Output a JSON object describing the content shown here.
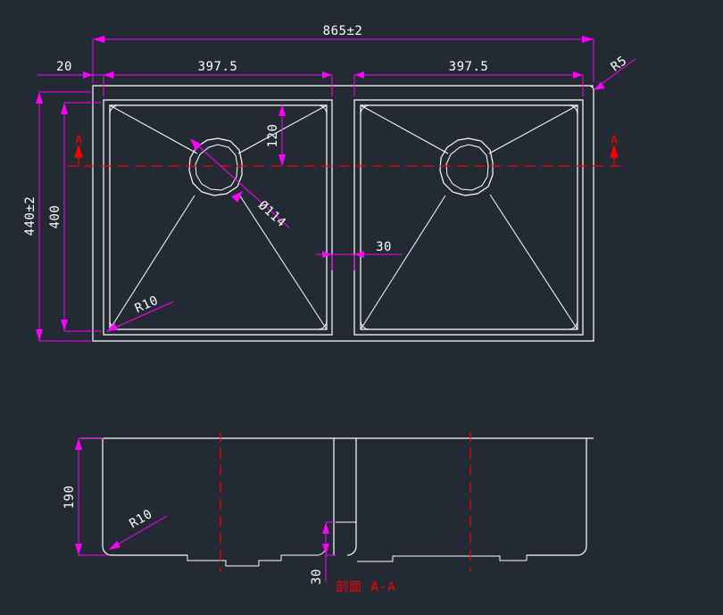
{
  "drawing": {
    "title": "double-bowl-sink-technical-drawing",
    "background_color": "#242a33",
    "object_color": "#ffffff",
    "dimension_color": "#ff00ff",
    "centerline_color": "#ff0000"
  },
  "top_view": {
    "name": "top-view",
    "dimensions": {
      "overall_width": "865±2",
      "overall_height": "440±2",
      "left_bowl_width": "397.5",
      "right_bowl_width": "397.5",
      "left_edge_offset": "20",
      "bowl_inner_height": "400",
      "divider_width": "30",
      "drain_offset_from_top": "120",
      "drain_diameter": "Ø114",
      "corner_radius_inner": "R10",
      "corner_radius_outer": "R5"
    },
    "section_marker": "A"
  },
  "section_view": {
    "name": "section-view-a-a",
    "label": "剖面 A-A",
    "dimensions": {
      "bowl_depth": "190",
      "divider_height": "30",
      "corner_radius": "R10"
    }
  }
}
